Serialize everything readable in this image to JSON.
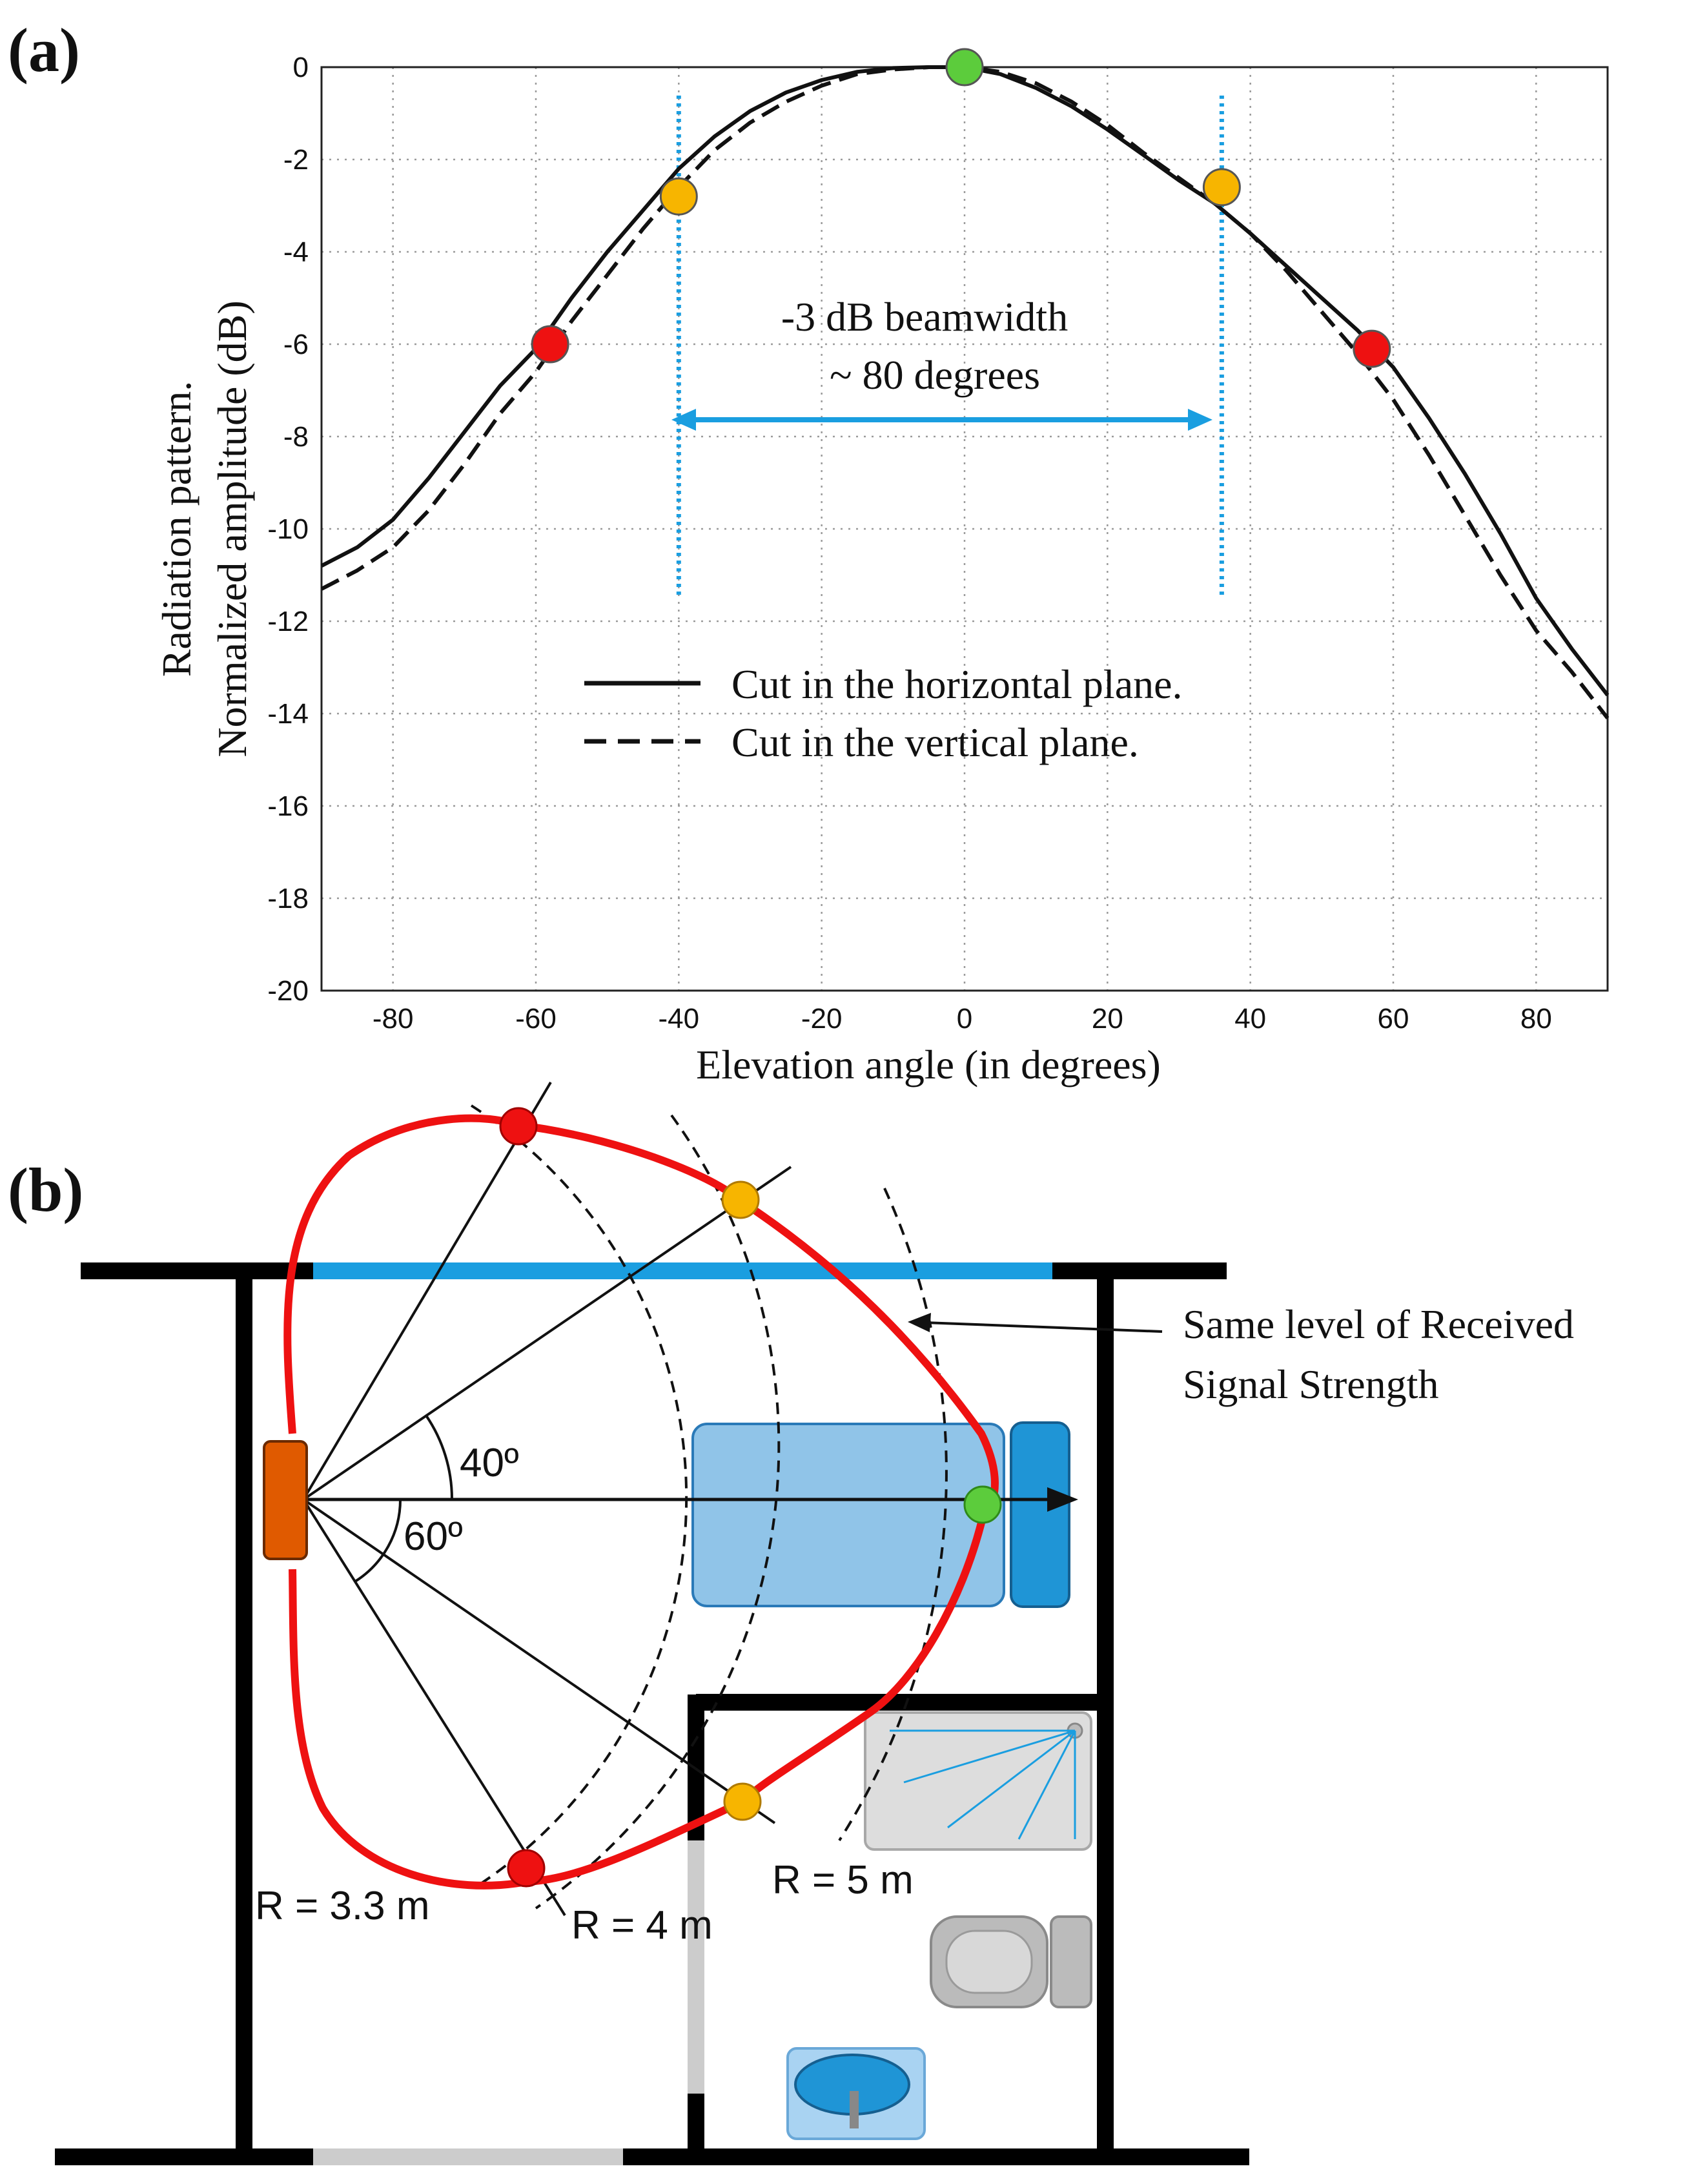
{
  "panel_labels": {
    "a": "(a)",
    "b": "(b)"
  },
  "chart_data": {
    "type": "line",
    "title": "",
    "xlabel": "Elevation angle (in degrees)",
    "ylabel_line1": "Radiation pattern.",
    "ylabel_line2": "Normalized amplitude (dB)",
    "xlim": [
      -90,
      90
    ],
    "ylim": [
      -20,
      0
    ],
    "xticks": [
      -80,
      -60,
      -40,
      -20,
      0,
      20,
      40,
      60,
      80
    ],
    "yticks": [
      0,
      -2,
      -4,
      -6,
      -8,
      -10,
      -12,
      -14,
      -16,
      -18,
      -20
    ],
    "grid": true,
    "legend_position": "lower-center",
    "series": [
      {
        "name": "Cut in the horizontal plane.",
        "style": "solid",
        "color": "#111111",
        "x": [
          -90,
          -85,
          -80,
          -75,
          -70,
          -65,
          -60,
          -55,
          -50,
          -45,
          -40,
          -35,
          -30,
          -25,
          -20,
          -15,
          -10,
          -5,
          0,
          5,
          10,
          15,
          20,
          25,
          30,
          35,
          40,
          45,
          50,
          55,
          60,
          65,
          70,
          75,
          80,
          85,
          90
        ],
        "y": [
          -10.8,
          -10.4,
          -9.8,
          -8.9,
          -7.9,
          -6.9,
          -6.1,
          -5.0,
          -4.0,
          -3.1,
          -2.2,
          -1.5,
          -0.95,
          -0.55,
          -0.28,
          -0.1,
          -0.02,
          0,
          0,
          -0.15,
          -0.45,
          -0.85,
          -1.35,
          -1.9,
          -2.45,
          -2.95,
          -3.6,
          -4.3,
          -5.0,
          -5.7,
          -6.5,
          -7.6,
          -8.8,
          -10.1,
          -11.5,
          -12.6,
          -13.6
        ]
      },
      {
        "name": "Cut in the vertical plane.",
        "style": "dashed",
        "color": "#111111",
        "x": [
          -90,
          -85,
          -80,
          -75,
          -70,
          -65,
          -60,
          -55,
          -50,
          -45,
          -40,
          -35,
          -30,
          -25,
          -20,
          -15,
          -10,
          -5,
          0,
          5,
          10,
          15,
          20,
          25,
          30,
          35,
          40,
          45,
          50,
          55,
          60,
          65,
          70,
          75,
          80,
          85,
          90
        ],
        "y": [
          -11.3,
          -10.9,
          -10.4,
          -9.6,
          -8.6,
          -7.5,
          -6.6,
          -5.5,
          -4.5,
          -3.5,
          -2.6,
          -1.8,
          -1.2,
          -0.75,
          -0.4,
          -0.15,
          -0.05,
          0,
          0,
          -0.1,
          -0.35,
          -0.75,
          -1.25,
          -1.85,
          -2.4,
          -2.95,
          -3.6,
          -4.4,
          -5.3,
          -6.2,
          -7.2,
          -8.4,
          -9.7,
          -11.0,
          -12.2,
          -13.1,
          -14.1
        ]
      }
    ],
    "markers": [
      {
        "x": 0,
        "y": 0,
        "color": "#5ccc3c"
      },
      {
        "x": -40,
        "y": -2.8,
        "color": "#f7b500"
      },
      {
        "x": 36,
        "y": -2.6,
        "color": "#f7b500"
      },
      {
        "x": -58,
        "y": -6.0,
        "color": "#ee1111"
      },
      {
        "x": 57,
        "y": -6.1,
        "color": "#ee1111"
      }
    ],
    "vlines_x": [
      -40,
      36
    ],
    "annotation_line1": "-3 dB beamwidth",
    "annotation_line2": "~ 80 degrees",
    "accent_color": "#1a9ee0"
  },
  "floorplan": {
    "angle_a": "40º",
    "angle_b": "60º",
    "callout_line1": "Same level of Received",
    "callout_line2": "Signal Strength",
    "radius_1": "R = 3.3 m",
    "radius_2": "R = 4 m",
    "radius_3": "R = 5 m",
    "colors": {
      "contour": "#ee1111",
      "window": "#1a9ee0",
      "sensor": "#e05a00",
      "bed": "#90c4e8",
      "pillow": "#1f95d6",
      "wall": "#000000",
      "door": "#cccccc"
    }
  }
}
